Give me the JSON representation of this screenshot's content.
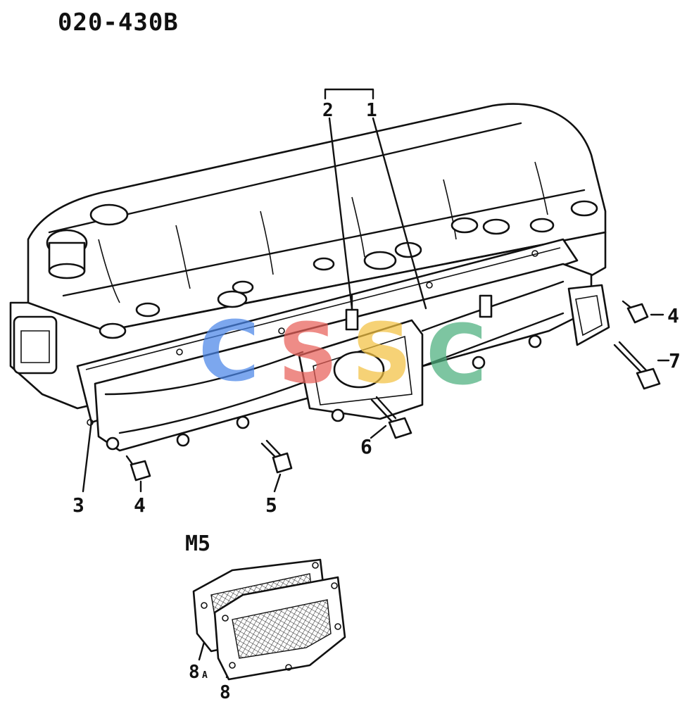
{
  "diagram": {
    "code": "020-430B",
    "variant_label": "M5",
    "callouts": {
      "c1": "1",
      "c2": "2",
      "c3": "3",
      "c4a": "4",
      "c4b": "4",
      "c5": "5",
      "c6": "6",
      "c7": "7",
      "c8": "8",
      "c8a": "8",
      "c8a_suffix": "A"
    }
  },
  "watermark": {
    "letters": [
      "C",
      "S",
      "S",
      "C"
    ],
    "colors": [
      "#4a86e8",
      "#e8615a",
      "#f3c242",
      "#4caf7d"
    ]
  }
}
